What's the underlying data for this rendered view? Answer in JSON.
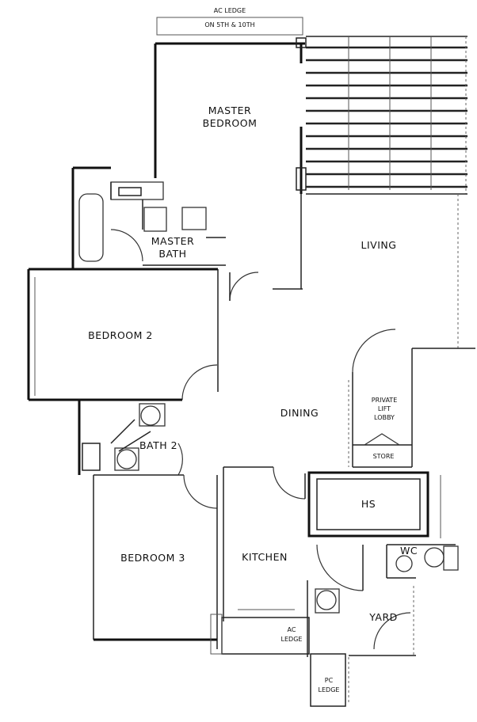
{
  "labels": {
    "ac_ledge_top_line1": "AC LEDGE",
    "ac_ledge_top_line2": "ON 5TH & 10TH",
    "master_bedroom_line1": "MASTER",
    "master_bedroom_line2": "BEDROOM",
    "master_bath_line1": "MASTER",
    "master_bath_line2": "BATH",
    "living": "LIVING",
    "bedroom2": "BEDROOM 2",
    "dining": "DINING",
    "private_lift_lobby_line1": "PRIVATE",
    "private_lift_lobby_line2": "LIFT",
    "private_lift_lobby_line3": "LOBBY",
    "store": "STORE",
    "bath2": "BATH 2",
    "hs": "HS",
    "wc": "WC",
    "bedroom3": "BEDROOM 3",
    "kitchen": "KITCHEN",
    "ac_ledge_bottom_line1": "AC",
    "ac_ledge_bottom_line2": "LEDGE",
    "yard": "YARD",
    "pc_ledge_line1": "PC",
    "pc_ledge_line2": "LEDGE"
  }
}
